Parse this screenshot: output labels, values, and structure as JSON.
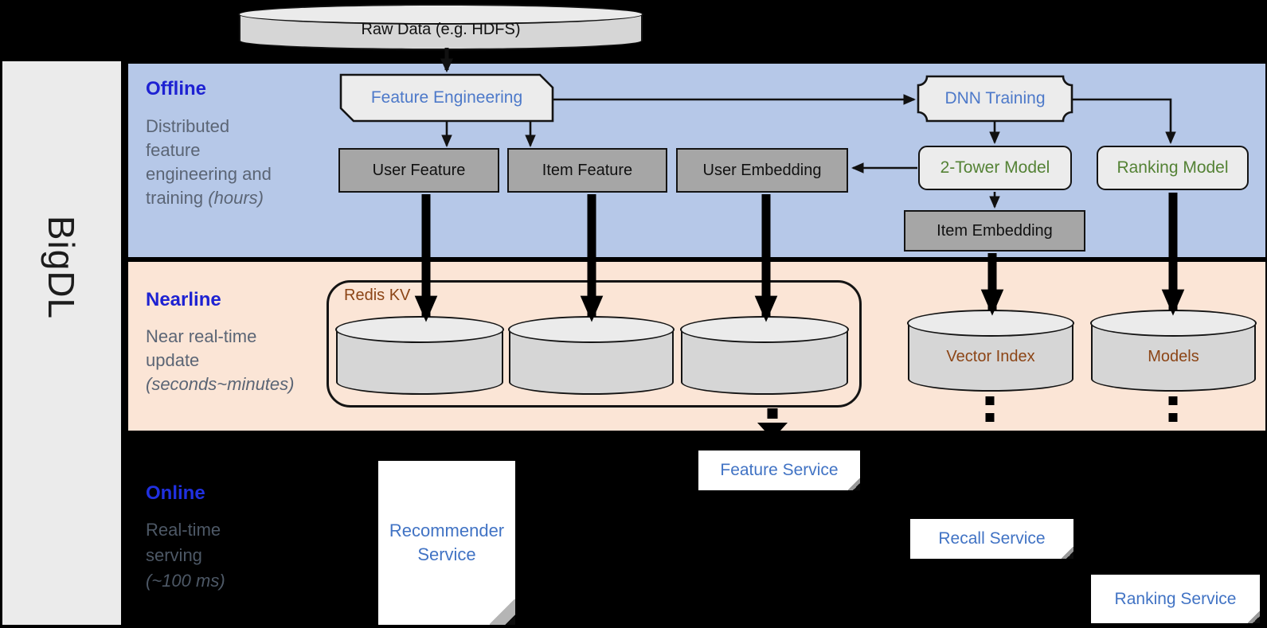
{
  "sidebar": {
    "label": "BigDL"
  },
  "datasource": {
    "label": "Raw Data (e.g. HDFS)"
  },
  "sections": {
    "offline": {
      "title": "Offline",
      "line1": "Distributed",
      "line2": "feature",
      "line3": "engineering and",
      "line4_prefix": "training ",
      "line4_italic": "(hours)"
    },
    "nearline": {
      "title": "Nearline",
      "line1": "Near real-time",
      "line2": "update",
      "line3_italic": "(seconds~minutes)"
    },
    "online": {
      "title": "Online",
      "line1": "Real-time",
      "line2": "serving",
      "line3_italic": "(~100 ms)"
    }
  },
  "nodes": {
    "feature_engineering": "Feature Engineering",
    "dnn_training": "DNN Training",
    "user_feature": "User Feature",
    "item_feature": "Item Feature",
    "user_embedding": "User Embedding",
    "two_tower_model": "2-Tower Model",
    "ranking_model": "Ranking Model",
    "item_embedding": "Item Embedding",
    "redis_kv": "Redis KV",
    "vector_index": "Vector Index",
    "models": "Models",
    "recommender_service_line1": "Recommender",
    "recommender_service_line2": "Service",
    "feature_service": "Feature Service",
    "recall_service": "Recall Service",
    "ranking_service": "Ranking Service"
  },
  "colors": {
    "offline_band": "#b6c8e8",
    "nearline_band": "#fbe5d6",
    "online_band": "#000000",
    "section_title_blue": "#1e22d2",
    "desc_gray": "#5b6575",
    "node_blue": "#4d79c9",
    "node_green": "#548235",
    "node_brown": "#8c4516",
    "gray_box": "#a6a6a6",
    "shape_fill": "#ececec",
    "service_text": "#4173c4"
  }
}
